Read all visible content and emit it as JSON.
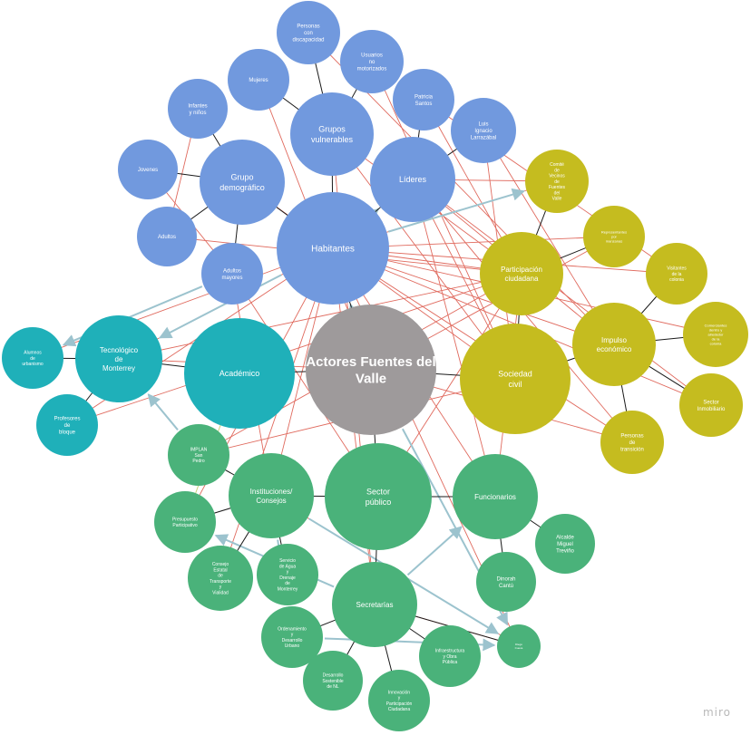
{
  "colors": {
    "center": "#9e9a9b",
    "habitantes": "#7199de",
    "sociedad": "#c5bc1f",
    "academico": "#1fb0b9",
    "sector_publico": "#4ab27a",
    "red_line": "#e06a5e",
    "blue_arrow": "#9cc3ce",
    "black_line": "#1a1a1a"
  },
  "watermark": "miro",
  "nodes": [
    {
      "id": "center",
      "label": "Actores Fuentes del Valle",
      "group": "center"
    },
    {
      "id": "habitantes",
      "label": "Habitantes",
      "group": "habitantes"
    },
    {
      "id": "grupos_vuln",
      "label": "Grupos vulnerables",
      "group": "habitantes"
    },
    {
      "id": "grupo_demo",
      "label": "Grupo demográfico",
      "group": "habitantes"
    },
    {
      "id": "lideres",
      "label": "Líderes",
      "group": "habitantes"
    },
    {
      "id": "personas_disc",
      "label": "Personas con discapacidad",
      "group": "habitantes"
    },
    {
      "id": "usuarios",
      "label": "Usuarios no motorizados",
      "group": "habitantes"
    },
    {
      "id": "mujeres",
      "label": "Mujeres",
      "group": "habitantes"
    },
    {
      "id": "patricia",
      "label": "Patricia Santos",
      "group": "habitantes"
    },
    {
      "id": "luis",
      "label": "Luis Ignacio Larrazábal",
      "group": "habitantes"
    },
    {
      "id": "infantes",
      "label": "Infantes y niños",
      "group": "habitantes"
    },
    {
      "id": "jovenes",
      "label": "Jovenes",
      "group": "habitantes"
    },
    {
      "id": "adultos",
      "label": "Adultos",
      "group": "habitantes"
    },
    {
      "id": "adultos_may",
      "label": "Adultos mayores",
      "group": "habitantes"
    },
    {
      "id": "sociedad_civil",
      "label": "Sociedad civil",
      "group": "sociedad"
    },
    {
      "id": "participacion",
      "label": "Participación ciudadana",
      "group": "sociedad"
    },
    {
      "id": "impulso",
      "label": "Impulso económico",
      "group": "sociedad"
    },
    {
      "id": "comite",
      "label": "Comité de Vecinos de Fuentes del Valle",
      "group": "sociedad"
    },
    {
      "id": "representantes",
      "label": "Representantes por manzanas",
      "group": "sociedad"
    },
    {
      "id": "visitantes",
      "label": "Visitantes de la colonia",
      "group": "sociedad"
    },
    {
      "id": "comerciantes",
      "label": "Comerciantes dentro y alrededor de la colonia",
      "group": "sociedad"
    },
    {
      "id": "sector_inmob",
      "label": "Sector Inmobiliario",
      "group": "sociedad"
    },
    {
      "id": "personas_trans",
      "label": "Personas de transición",
      "group": "sociedad"
    },
    {
      "id": "academico",
      "label": "Académico",
      "group": "academico"
    },
    {
      "id": "tec",
      "label": "Tecnológico de Monterrey",
      "group": "academico"
    },
    {
      "id": "alumnos",
      "label": "Alumnos de urbanismo",
      "group": "academico"
    },
    {
      "id": "profesores",
      "label": "Profesores de bloque",
      "group": "academico"
    },
    {
      "id": "sector_pub",
      "label": "Sector público",
      "group": "sector_publico"
    },
    {
      "id": "instituciones",
      "label": "Instituciones/ Consejos",
      "group": "sector_publico"
    },
    {
      "id": "funcionarios",
      "label": "Funcionarios",
      "group": "sector_publico"
    },
    {
      "id": "secretarias",
      "label": "Secretarías",
      "group": "sector_publico"
    },
    {
      "id": "implan",
      "label": "IMPLAN San Pedro",
      "group": "sector_publico"
    },
    {
      "id": "presupuesto",
      "label": "Presupuesto Participativo",
      "group": "sector_publico"
    },
    {
      "id": "consejo_est",
      "label": "Consejo Estatal de Transporte y Vialidad",
      "group": "sector_publico"
    },
    {
      "id": "servicio_agua",
      "label": "Servicio de Agua y Drenaje de Monterrey",
      "group": "sector_publico"
    },
    {
      "id": "ordenamiento",
      "label": "Ordenamiento y Desarrollo Urbano",
      "group": "sector_publico"
    },
    {
      "id": "desarrollo_sost",
      "label": "Desarrollo Sostenible de NL",
      "group": "sector_publico"
    },
    {
      "id": "innovacion",
      "label": "Innovación y Participación Ciudadana",
      "group": "sector_publico"
    },
    {
      "id": "infraestructura",
      "label": "Infraestructura y Obra Pública",
      "group": "sector_publico"
    },
    {
      "id": "diego",
      "label": "Diego Cueva",
      "group": "sector_publico"
    },
    {
      "id": "dinorah",
      "label": "Dinorah Cantú",
      "group": "sector_publico"
    },
    {
      "id": "alcalde",
      "label": "Alcalde Miguel Treviño",
      "group": "sector_publico"
    }
  ],
  "edges": [
    {
      "from": "center",
      "to": "habitantes",
      "kind": "black"
    },
    {
      "from": "center",
      "to": "sociedad_civil",
      "kind": "black"
    },
    {
      "from": "center",
      "to": "academico",
      "kind": "black"
    },
    {
      "from": "center",
      "to": "sector_pub",
      "kind": "black"
    },
    {
      "from": "habitantes",
      "to": "grupos_vuln",
      "kind": "black"
    },
    {
      "from": "habitantes",
      "to": "grupo_demo",
      "kind": "black"
    },
    {
      "from": "habitantes",
      "to": "lideres",
      "kind": "black"
    },
    {
      "from": "grupos_vuln",
      "to": "personas_disc",
      "kind": "black"
    },
    {
      "from": "grupos_vuln",
      "to": "usuarios",
      "kind": "black"
    },
    {
      "from": "grupos_vuln",
      "to": "mujeres",
      "kind": "black"
    },
    {
      "from": "lideres",
      "to": "patricia",
      "kind": "black"
    },
    {
      "from": "lideres",
      "to": "luis",
      "kind": "black"
    },
    {
      "from": "grupo_demo",
      "to": "infantes",
      "kind": "black"
    },
    {
      "from": "grupo_demo",
      "to": "jovenes",
      "kind": "black"
    },
    {
      "from": "grupo_demo",
      "to": "adultos",
      "kind": "black"
    },
    {
      "from": "grupo_demo",
      "to": "adultos_may",
      "kind": "black"
    },
    {
      "from": "sociedad_civil",
      "to": "participacion",
      "kind": "black"
    },
    {
      "from": "sociedad_civil",
      "to": "impulso",
      "kind": "black"
    },
    {
      "from": "participacion",
      "to": "comite",
      "kind": "black"
    },
    {
      "from": "participacion",
      "to": "representantes",
      "kind": "black"
    },
    {
      "from": "impulso",
      "to": "visitantes",
      "kind": "black"
    },
    {
      "from": "impulso",
      "to": "comerciantes",
      "kind": "black"
    },
    {
      "from": "impulso",
      "to": "sector_inmob",
      "kind": "black"
    },
    {
      "from": "impulso",
      "to": "personas_trans",
      "kind": "black"
    },
    {
      "from": "academico",
      "to": "tec",
      "kind": "black"
    },
    {
      "from": "tec",
      "to": "alumnos",
      "kind": "black"
    },
    {
      "from": "tec",
      "to": "profesores",
      "kind": "black"
    },
    {
      "from": "sector_pub",
      "to": "instituciones",
      "kind": "black"
    },
    {
      "from": "sector_pub",
      "to": "funcionarios",
      "kind": "black"
    },
    {
      "from": "sector_pub",
      "to": "secretarias",
      "kind": "black"
    },
    {
      "from": "instituciones",
      "to": "implan",
      "kind": "black"
    },
    {
      "from": "instituciones",
      "to": "presupuesto",
      "kind": "black"
    },
    {
      "from": "instituciones",
      "to": "consejo_est",
      "kind": "black"
    },
    {
      "from": "instituciones",
      "to": "servicio_agua",
      "kind": "black"
    },
    {
      "from": "secretarias",
      "to": "ordenamiento",
      "kind": "black"
    },
    {
      "from": "secretarias",
      "to": "desarrollo_sost",
      "kind": "black"
    },
    {
      "from": "secretarias",
      "to": "innovacion",
      "kind": "black"
    },
    {
      "from": "secretarias",
      "to": "infraestructura",
      "kind": "black"
    },
    {
      "from": "funcionarios",
      "to": "alcalde",
      "kind": "black"
    },
    {
      "from": "funcionarios",
      "to": "dinorah",
      "kind": "black"
    },
    {
      "from": "secretarias",
      "to": "diego",
      "kind": "black"
    },
    {
      "from": "habitantes",
      "to": "participacion",
      "kind": "red"
    },
    {
      "from": "habitantes",
      "to": "impulso",
      "kind": "red"
    },
    {
      "from": "habitantes",
      "to": "comite",
      "kind": "red"
    },
    {
      "from": "habitantes",
      "to": "representantes",
      "kind": "red"
    },
    {
      "from": "habitantes",
      "to": "visitantes",
      "kind": "red"
    },
    {
      "from": "habitantes",
      "to": "comerciantes",
      "kind": "red"
    },
    {
      "from": "habitantes",
      "to": "sector_inmob",
      "kind": "red"
    },
    {
      "from": "habitantes",
      "to": "personas_trans",
      "kind": "red"
    },
    {
      "from": "habitantes",
      "to": "secretarias",
      "kind": "red"
    },
    {
      "from": "habitantes",
      "to": "instituciones",
      "kind": "red"
    },
    {
      "from": "habitantes",
      "to": "tec",
      "kind": "red"
    },
    {
      "from": "habitantes",
      "to": "profesores",
      "kind": "red"
    },
    {
      "from": "habitantes",
      "to": "funcionarios",
      "kind": "red"
    },
    {
      "from": "lideres",
      "to": "sociedad_civil",
      "kind": "red"
    },
    {
      "from": "lideres",
      "to": "impulso",
      "kind": "red"
    },
    {
      "from": "lideres",
      "to": "sector_inmob",
      "kind": "red"
    },
    {
      "from": "lideres",
      "to": "comite",
      "kind": "red"
    },
    {
      "from": "lideres",
      "to": "personas_trans",
      "kind": "red"
    },
    {
      "from": "grupos_vuln",
      "to": "participacion",
      "kind": "red"
    },
    {
      "from": "grupos_vuln",
      "to": "sociedad_civil",
      "kind": "red"
    },
    {
      "from": "grupos_vuln",
      "to": "secretarias",
      "kind": "red"
    },
    {
      "from": "patricia",
      "to": "participacion",
      "kind": "red"
    },
    {
      "from": "patricia",
      "to": "visitantes",
      "kind": "red"
    },
    {
      "from": "luis",
      "to": "sociedad_civil",
      "kind": "red"
    },
    {
      "from": "luis",
      "to": "impulso",
      "kind": "red"
    },
    {
      "from": "mujeres",
      "to": "center",
      "kind": "red"
    },
    {
      "from": "usuarios",
      "to": "sociedad_civil",
      "kind": "red"
    },
    {
      "from": "personas_disc",
      "to": "impulso",
      "kind": "red"
    },
    {
      "from": "grupo_demo",
      "to": "sociedad_civil",
      "kind": "red"
    },
    {
      "from": "adultos",
      "to": "participacion",
      "kind": "red"
    },
    {
      "from": "adultos_may",
      "to": "sector_pub",
      "kind": "red"
    },
    {
      "from": "adultos_may",
      "to": "instituciones",
      "kind": "red"
    },
    {
      "from": "infantes",
      "to": "adultos",
      "kind": "red"
    },
    {
      "from": "jovenes",
      "to": "adultos_may",
      "kind": "red"
    },
    {
      "from": "tec",
      "to": "participacion",
      "kind": "red"
    },
    {
      "from": "profesores",
      "to": "participacion",
      "kind": "red"
    },
    {
      "from": "alumnos",
      "to": "habitantes",
      "kind": "red"
    },
    {
      "from": "implan",
      "to": "participacion",
      "kind": "red"
    },
    {
      "from": "implan",
      "to": "sociedad_civil",
      "kind": "red"
    },
    {
      "from": "sector_pub",
      "to": "participacion",
      "kind": "red"
    },
    {
      "from": "funcionarios",
      "to": "participacion",
      "kind": "red"
    },
    {
      "from": "funcionarios",
      "to": "lideres",
      "kind": "red"
    },
    {
      "from": "secretarias",
      "to": "diego",
      "kind": "red"
    },
    {
      "from": "diego",
      "to": "habitantes",
      "kind": "red"
    },
    {
      "from": "instituciones",
      "to": "diego",
      "kind": "red"
    },
    {
      "from": "presupuesto",
      "to": "habitantes",
      "kind": "red"
    },
    {
      "from": "consejo_est",
      "to": "habitantes",
      "kind": "red"
    },
    {
      "from": "center",
      "to": "personas_trans",
      "kind": "red"
    },
    {
      "from": "center",
      "to": "representantes",
      "kind": "red"
    },
    {
      "from": "center",
      "to": "tec",
      "kind": "red"
    },
    {
      "from": "habitantes",
      "to": "comite",
      "kind": "blue"
    },
    {
      "from": "habitantes",
      "to": "tec",
      "kind": "blue"
    },
    {
      "from": "adultos_may",
      "to": "alumnos",
      "kind": "blue"
    },
    {
      "from": "implan",
      "to": "tec",
      "kind": "blue"
    },
    {
      "from": "center",
      "to": "habitantes",
      "kind": "blue"
    },
    {
      "from": "habitantes",
      "to": "lideres",
      "kind": "blue"
    },
    {
      "from": "secretarias",
      "to": "funcionarios",
      "kind": "blue"
    },
    {
      "from": "center",
      "to": "diego",
      "kind": "blue"
    },
    {
      "from": "instituciones",
      "to": "ordenamiento",
      "kind": "blue"
    },
    {
      "from": "secretarias",
      "to": "presupuesto",
      "kind": "blue"
    },
    {
      "from": "instituciones",
      "to": "diego",
      "kind": "blue"
    },
    {
      "from": "ordenamiento",
      "to": "diego",
      "kind": "blue"
    },
    {
      "from": "academico",
      "to": "presupuesto",
      "kind": "yellow"
    }
  ]
}
